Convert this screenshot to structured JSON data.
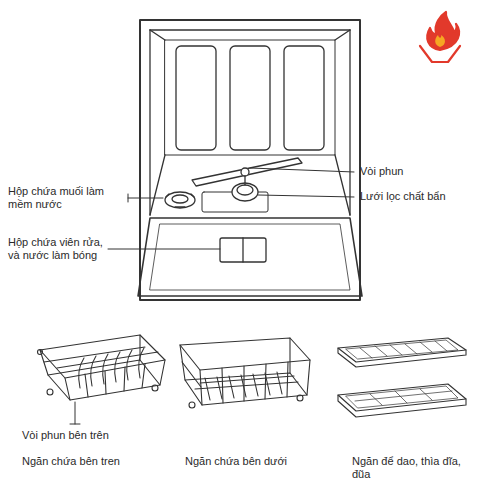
{
  "diagram": {
    "labels": [
      "Vòi phun",
      "Lưới lọc chất bẩn",
      "Hộp chứa muối làm mềm nước",
      "Hộp chứa viên rửa, và nước làm bóng",
      "Vòi phun bên trên",
      "Ngăn chứa bên tren",
      "Ngăn chứa bên dưới",
      "Ngăn để dao, thìa dĩa, đũa"
    ]
  }
}
